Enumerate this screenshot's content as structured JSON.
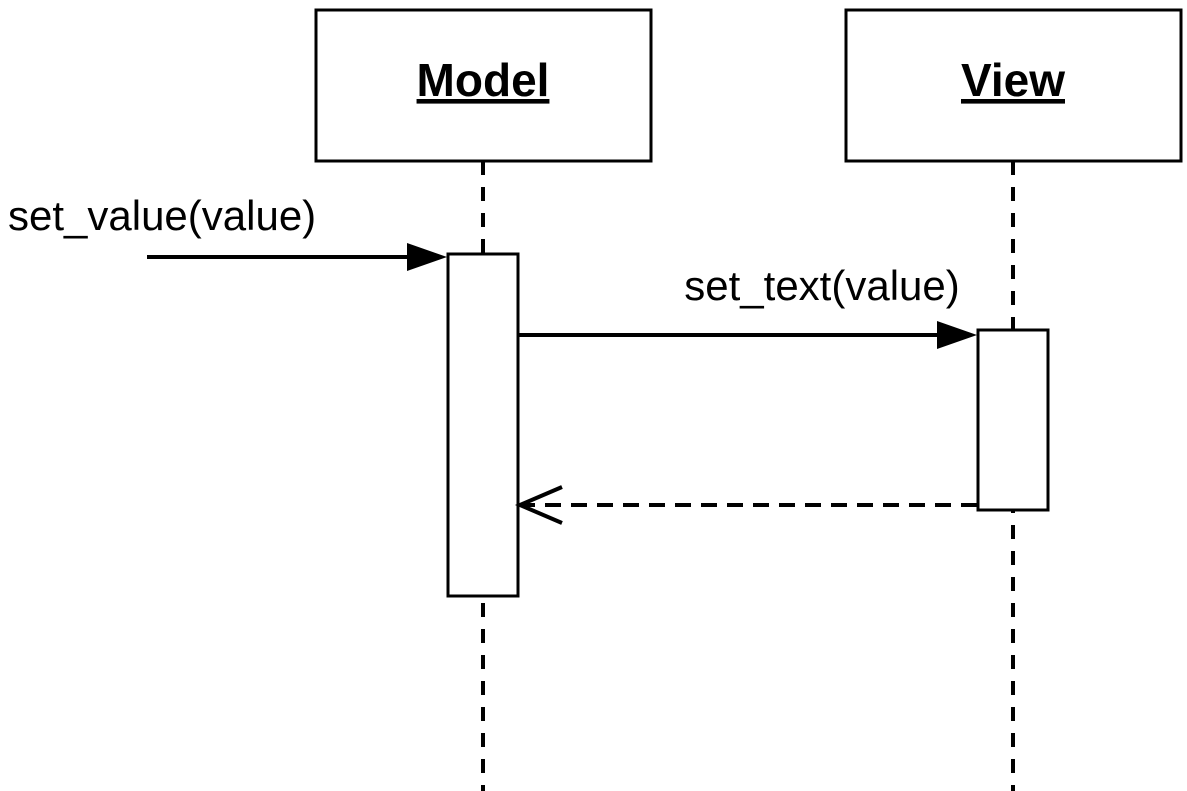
{
  "diagram": {
    "kind": "uml-sequence-diagram",
    "background": "#ffffff",
    "stroke_color": "#000000",
    "fill_color": "#ffffff",
    "participants": [
      {
        "label": "Model"
      },
      {
        "label": "View"
      }
    ],
    "messages": [
      {
        "label": "set_value(value)",
        "from": "external",
        "to": "Model",
        "line": "solid",
        "arrowhead": "filled"
      },
      {
        "label": "set_text(value)",
        "from": "Model",
        "to": "View",
        "line": "solid",
        "arrowhead": "filled"
      },
      {
        "label": "",
        "from": "View",
        "to": "Model",
        "line": "dashed",
        "arrowhead": "open"
      }
    ]
  }
}
